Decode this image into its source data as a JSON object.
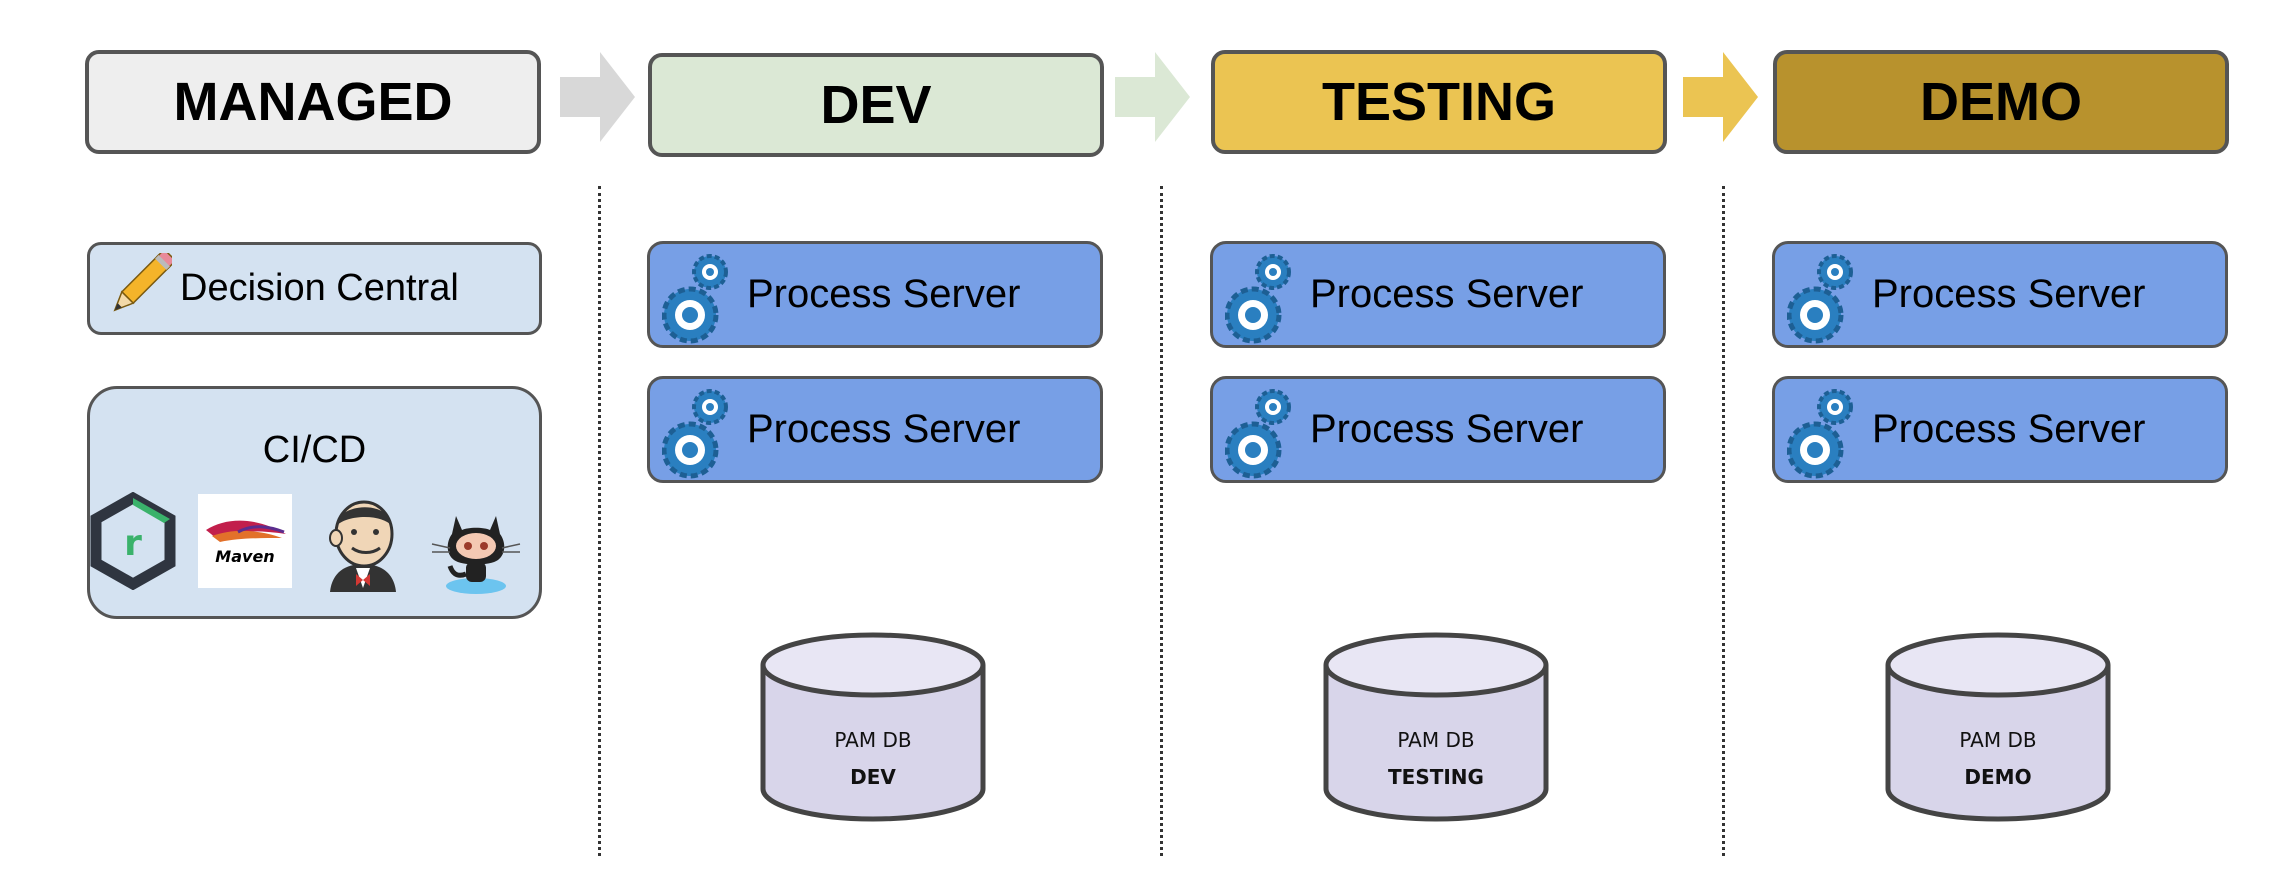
{
  "stages": [
    {
      "label": "MANAGED",
      "color": "#eeeeee"
    },
    {
      "label": "DEV",
      "color": "#dbe8d5"
    },
    {
      "label": "TESTING",
      "color": "#ebc452"
    },
    {
      "label": "DEMO",
      "color": "#b8922d"
    }
  ],
  "arrows": [
    {
      "color": "#d8d8d8"
    },
    {
      "color": "#dbe8d5"
    },
    {
      "color": "#ebc452"
    }
  ],
  "managed": {
    "decision_central": {
      "label": "Decision Central",
      "icon": "pencil-icon"
    },
    "cicd": {
      "label": "CI/CD",
      "tools": [
        "repository-hexagon-icon",
        "maven-logo",
        "jenkins-icon",
        "github-octocat-icon"
      ],
      "maven_text": "Maven"
    }
  },
  "environments": [
    {
      "servers": [
        "Process Server",
        "Process Server"
      ],
      "db_line1": "PAM DB",
      "db_line2": "DEV"
    },
    {
      "servers": [
        "Process Server",
        "Process Server"
      ],
      "db_line1": "PAM DB",
      "db_line2": "TESTING"
    },
    {
      "servers": [
        "Process Server",
        "Process Server"
      ],
      "db_line1": "PAM DB",
      "db_line2": "DEMO"
    }
  ]
}
